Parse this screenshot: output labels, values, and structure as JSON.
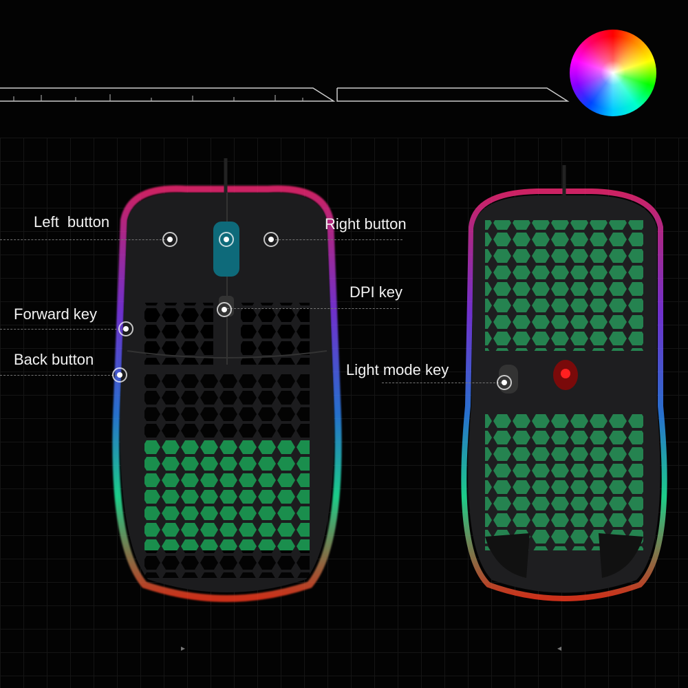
{
  "labels": {
    "left_button": "Left  button",
    "right_button": "Right button",
    "dpi_key": "DPI key",
    "forward_key": "Forward key",
    "back_button": "Back button",
    "light_mode_key": "Light mode key"
  },
  "arrows": {
    "left": "▸",
    "right": "◂"
  },
  "colors": {
    "background": "#030303",
    "text": "#f2f2f2",
    "hex_glow": "#2dff8a"
  }
}
